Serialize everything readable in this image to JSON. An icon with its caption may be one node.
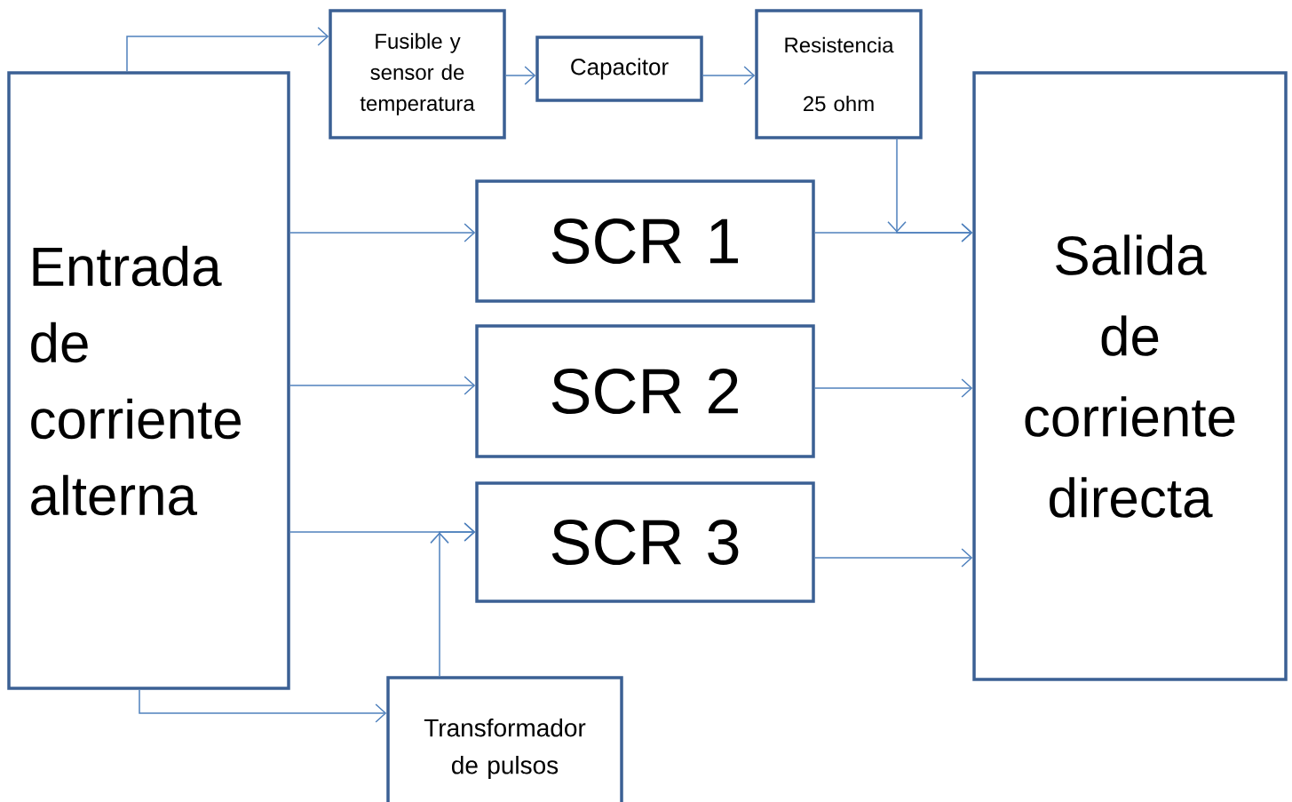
{
  "diagram": {
    "nodes": [
      {
        "text": [
          "Entrada de corriente alterna"
        ]
      },
      {
        "text": [
          "Fusible y sensor de temperatura"
        ]
      },
      {
        "text": [
          "Capacitor"
        ]
      },
      {
        "text": [
          "Resistencia",
          "25 ohm"
        ]
      },
      {
        "text": [
          "SCR 1"
        ]
      },
      {
        "text": [
          "SCR 2"
        ]
      },
      {
        "text": [
          "SCR 3"
        ]
      },
      {
        "text": [
          "Salida de corriente directa"
        ]
      },
      {
        "text": [
          "Transformador de pulsos"
        ]
      }
    ],
    "edges": [
      {
        "from": 0,
        "to": 1,
        "arrow": "to"
      },
      {
        "from": 1,
        "to": 2,
        "arrow": "to"
      },
      {
        "from": 2,
        "to": 3,
        "arrow": "to"
      },
      {
        "from": 3,
        "to": 7,
        "arrow": "to"
      },
      {
        "from": 0,
        "to": 4,
        "arrow": "to"
      },
      {
        "from": 0,
        "to": 5,
        "arrow": "to"
      },
      {
        "from": 0,
        "to": 6,
        "arrow": "to"
      },
      {
        "from": 4,
        "to": 7,
        "arrow": "to"
      },
      {
        "from": 5,
        "to": 7,
        "arrow": "to"
      },
      {
        "from": 6,
        "to": 7,
        "arrow": "to"
      },
      {
        "from": 0,
        "to": 8,
        "arrow": "to"
      },
      {
        "from": 8,
        "to": 6,
        "arrow": "to"
      }
    ]
  }
}
